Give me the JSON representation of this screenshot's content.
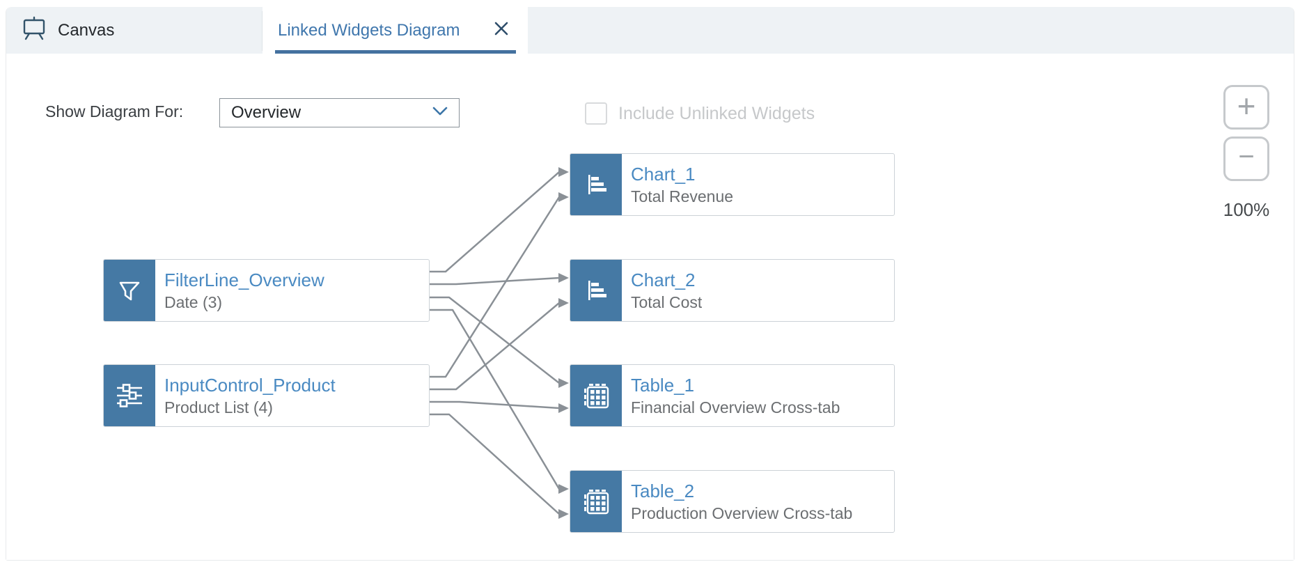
{
  "tabs": {
    "canvas": {
      "label": "Canvas",
      "icon": "easel-icon"
    },
    "diagram": {
      "label": "Linked Widgets Diagram",
      "close_icon": "close-icon",
      "active": true
    }
  },
  "toolbar": {
    "show_diagram_label": "Show Diagram For:",
    "dropdown_value": "Overview",
    "dropdown_icon": "chevron-down-icon",
    "checkbox_label": "Include Unlinked Widgets",
    "checkbox_checked": false,
    "checkbox_disabled": true
  },
  "zoom_controls": {
    "zoom_in_label": "+",
    "zoom_out_label": "−",
    "level": "100%"
  },
  "diagram": {
    "sources": [
      {
        "id": "FilterLine_Overview",
        "title": "FilterLine_Overview",
        "subtitle": "Date (3)",
        "icon": "filter-icon"
      },
      {
        "id": "InputControl_Product",
        "title": "InputControl_Product",
        "subtitle": "Product List (4)",
        "icon": "input-control-icon"
      }
    ],
    "targets": [
      {
        "id": "Chart_1",
        "title": "Chart_1",
        "subtitle": "Total Revenue",
        "icon": "bar-chart-icon"
      },
      {
        "id": "Chart_2",
        "title": "Chart_2",
        "subtitle": "Total Cost",
        "icon": "bar-chart-icon"
      },
      {
        "id": "Table_1",
        "title": "Table_1",
        "subtitle": "Financial Overview Cross-tab",
        "icon": "table-icon"
      },
      {
        "id": "Table_2",
        "title": "Table_2",
        "subtitle": "Production Overview Cross-tab",
        "icon": "table-icon"
      }
    ],
    "links": [
      {
        "from": "FilterLine_Overview",
        "to": "Chart_1"
      },
      {
        "from": "FilterLine_Overview",
        "to": "Chart_2"
      },
      {
        "from": "FilterLine_Overview",
        "to": "Table_1"
      },
      {
        "from": "FilterLine_Overview",
        "to": "Table_2"
      },
      {
        "from": "InputControl_Product",
        "to": "Chart_1"
      },
      {
        "from": "InputControl_Product",
        "to": "Chart_2"
      },
      {
        "from": "InputControl_Product",
        "to": "Table_1"
      },
      {
        "from": "InputControl_Product",
        "to": "Table_2"
      }
    ]
  },
  "colors": {
    "node_accent_blue": "#4579a4",
    "node_title_blue": "#4a8ac2",
    "connector_gray": "#8a9096",
    "tab_underline_blue": "#44719f",
    "tabbar_background": "#eef2f5",
    "disabled_text_gray": "#c6c8ca"
  }
}
